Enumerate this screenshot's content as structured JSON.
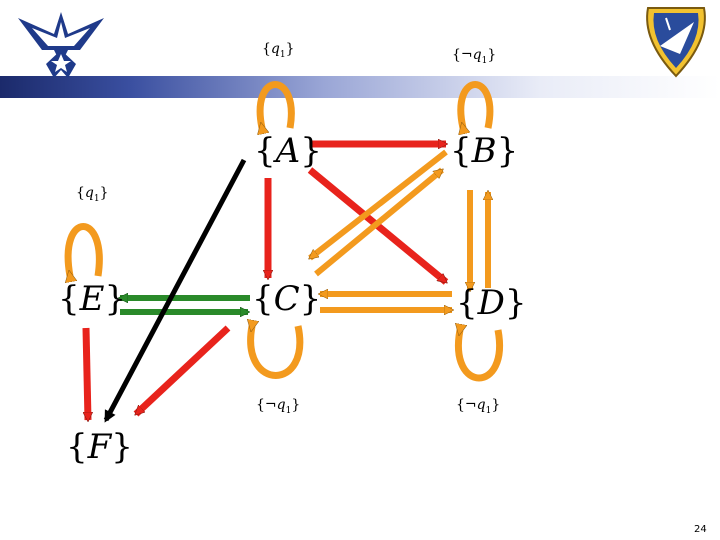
{
  "nodes": {
    "A": "A",
    "B": "B",
    "C": "C",
    "D": "D",
    "E": "E",
    "F": "F"
  },
  "labels": {
    "A": {
      "neg": "",
      "var": "q",
      "sub": "1"
    },
    "B": {
      "neg": "¬",
      "var": "q",
      "sub": "1"
    },
    "E": {
      "neg": "",
      "var": "q",
      "sub": "1"
    },
    "C": {
      "neg": "¬",
      "var": "q",
      "sub": "1"
    },
    "D": {
      "neg": "¬",
      "var": "q",
      "sub": "1"
    }
  },
  "colors": {
    "red": "#e8231c",
    "orange": "#f39a1e",
    "green": "#2a8a2a",
    "black": "#000000",
    "header_dark": "#1b2a6b"
  },
  "icons": {
    "left_logo": "air-force-wings-logo",
    "right_seal": "afit-seal-icon"
  },
  "page_number": "24"
}
